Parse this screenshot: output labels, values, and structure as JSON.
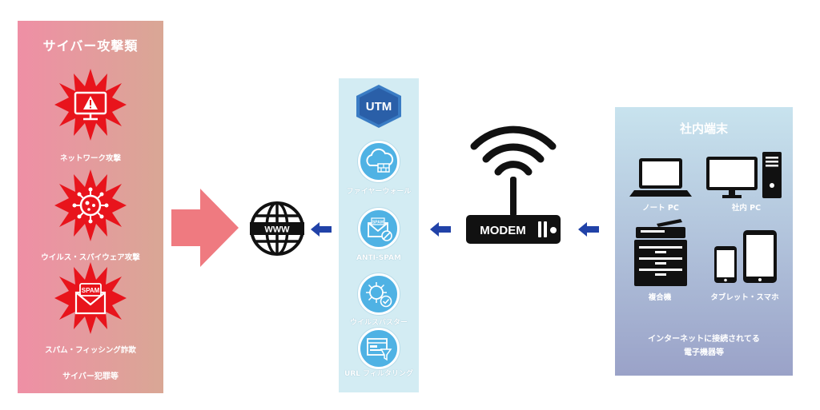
{
  "threats": {
    "title": "サイバー攻撃類",
    "items": [
      {
        "label": "ネットワーク攻撃",
        "icon": "warning-monitor-icon"
      },
      {
        "label": "ウイルス・スパイウェア攻撃",
        "icon": "virus-icon"
      },
      {
        "label": "スパム・フィッシング詐欺",
        "icon": "spam-mail-icon",
        "badge": "SPAM"
      }
    ],
    "footer": "サイバー犯罪等"
  },
  "internet": {
    "label": "WWW"
  },
  "utm": {
    "badge": "UTM",
    "features": [
      {
        "label": "ファイヤーウォール",
        "icon": "firewall-cloud-icon"
      },
      {
        "label": "ANTI-SPAM",
        "icon": "anti-spam-mail-icon",
        "badge": "SPAM"
      },
      {
        "label": "ウイルスバスター",
        "icon": "virus-buster-icon"
      },
      {
        "label": "URL フィルタリング",
        "icon": "url-filter-icon"
      }
    ]
  },
  "modem": {
    "label": "MODEM"
  },
  "devices": {
    "title": "社内端末",
    "items": [
      {
        "label": "ノート PC",
        "icon": "laptop-icon"
      },
      {
        "label": "社内 PC",
        "icon": "desktop-pc-icon"
      },
      {
        "label": "複合機",
        "icon": "copier-icon"
      },
      {
        "label": "タブレット・スマホ",
        "icon": "tablet-phone-icon"
      }
    ],
    "note_line1": "インターネットに接続されてる",
    "note_line2": "電子機器等"
  },
  "colors": {
    "threat_red": "#e8141c",
    "flow_arrow_blue": "#2142a8",
    "big_arrow": "#ef7a80",
    "utm_blue": "#3a7cc4",
    "feature_circle": "#4fb2e4"
  }
}
